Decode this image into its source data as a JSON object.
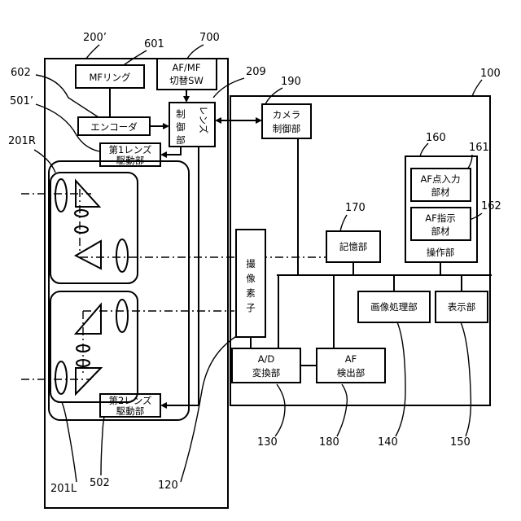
{
  "diagram": {
    "boxes": {
      "mf_ring": "MFリング",
      "af_mf_switch": [
        "AF/MF",
        "切替SW"
      ],
      "encoder": "エンコーダ",
      "lens_control": [
        "制",
        "御",
        "部"
      ],
      "lens_control_top": "レンズ",
      "first_lens_drive": [
        "第1レンズ",
        "駆動部"
      ],
      "second_lens_drive": [
        "第2レンズ",
        "駆動部"
      ],
      "camera_control": [
        "カメラ",
        "制御部"
      ],
      "af_point_input": [
        "AF点入力",
        "部材"
      ],
      "af_instruction": [
        "AF指示",
        "部材"
      ],
      "operation_unit": "操作部",
      "storage": "記憶部",
      "image_sensor": [
        "撮",
        "像",
        "素",
        "子"
      ],
      "image_processing": "画像処理部",
      "display": "表示部",
      "ad_converter": [
        "A/D",
        "変換部"
      ],
      "af_detection": [
        "AF",
        "検出部"
      ]
    },
    "refs": {
      "r200": "200’",
      "r601": "601",
      "r700": "700",
      "r602": "602",
      "r209": "209",
      "r190": "190",
      "r100": "100",
      "r501": "501’",
      "r201R": "201R",
      "r160": "160",
      "r161": "161",
      "r162": "162",
      "r170": "170",
      "r130": "130",
      "r180": "180",
      "r140": "140",
      "r150": "150",
      "r120": "120",
      "r201L": "201L",
      "r502": "502"
    }
  }
}
